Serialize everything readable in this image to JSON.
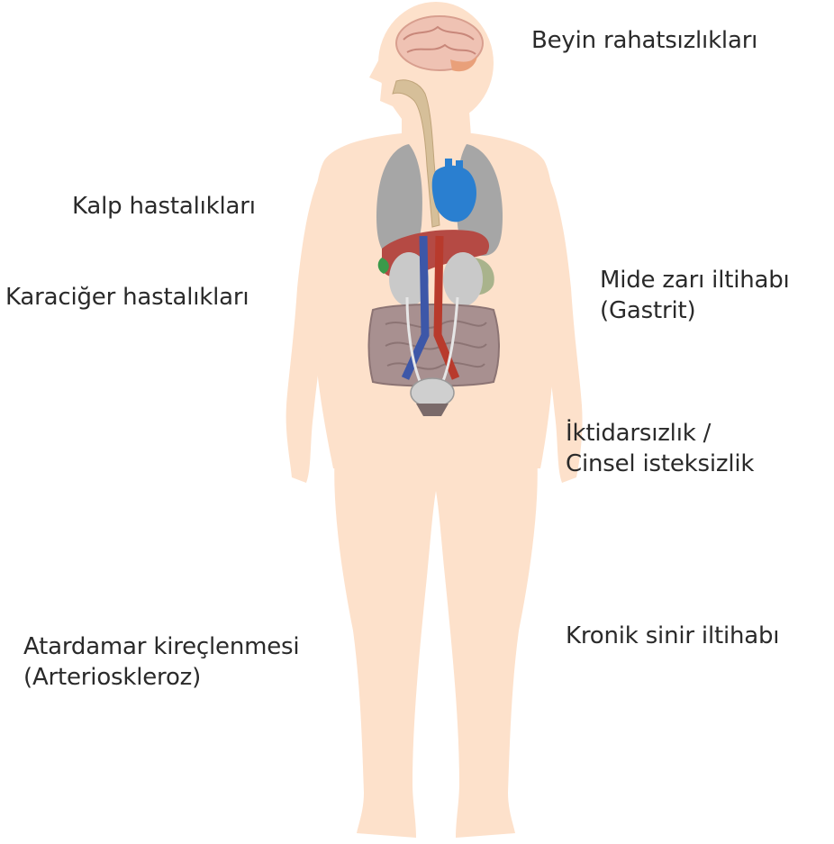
{
  "labels": {
    "brain": "Beyin rahatsızlıkları",
    "heart": "Kalp hastalıkları",
    "liver": "Karaciğer hastalıkları",
    "stomach": [
      "Mide zarı iltihabı",
      "(Gastrit)"
    ],
    "impotence": [
      "İktidarsızlık /",
      "Cinsel isteksizlik"
    ],
    "arteries": [
      "Atardamar kireçlenmesi",
      "(Arterioskleroz)"
    ],
    "nerves": "Kronik sinir iltihabı"
  },
  "colors": {
    "skin": "#fde1cb",
    "lungs": "#a6a6a6",
    "heart": "#2a7fd0",
    "liver": "#b54a44",
    "intestine": "#a89090",
    "vein": "#3d57a8",
    "artery": "#b83a2c",
    "brain": "#efc2b3",
    "esophagus": "#d6bf99",
    "stomach": "#a9b38c"
  }
}
